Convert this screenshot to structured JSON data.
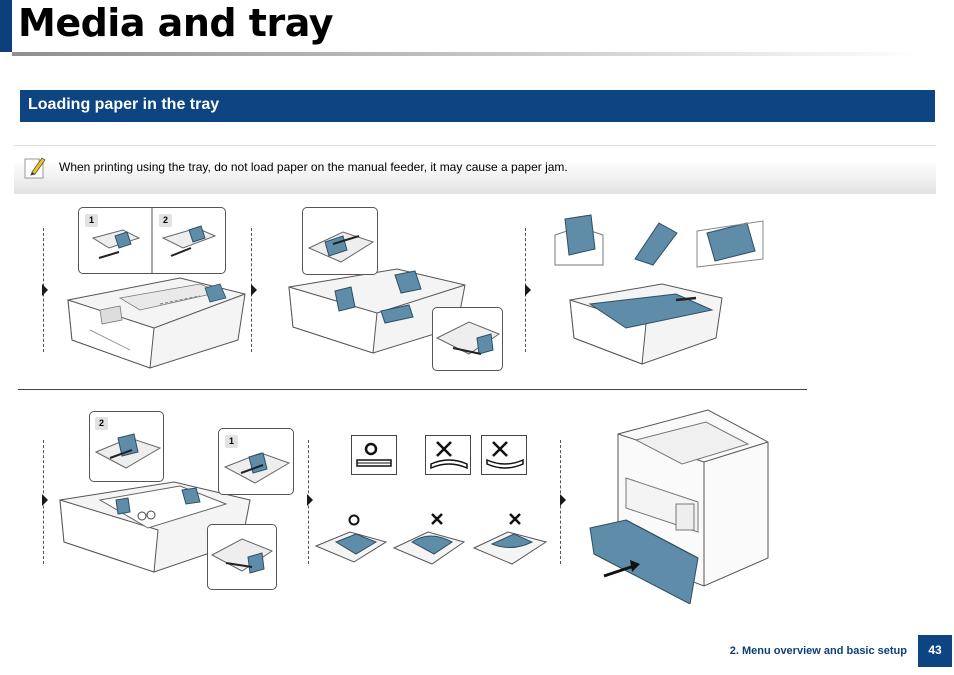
{
  "header": {
    "title": "Media and tray"
  },
  "section": {
    "title": "Loading paper in the tray"
  },
  "note": {
    "icon": "note-pencil-icon",
    "text": "When printing using the tray, do not load paper on the manual feeder, it may cause a paper jam."
  },
  "illustrations": {
    "step1": {
      "badges": [
        "1",
        "2"
      ]
    },
    "step4": {
      "badges": [
        "2",
        "1"
      ]
    }
  },
  "footer": {
    "chapter": "2.  Menu overview and basic setup",
    "page_number": "43"
  },
  "colors": {
    "brand_blue": "#0d4583",
    "illustration_blue": "#5f8ca8"
  }
}
